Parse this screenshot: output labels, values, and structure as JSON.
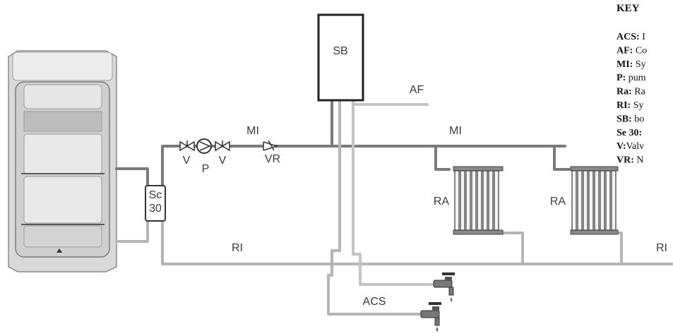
{
  "labels": {
    "sb": "SB",
    "af": "AF",
    "mi_left": "MI",
    "mi_right": "MI",
    "v_left": "V",
    "p": "P",
    "v_right": "V",
    "vr": "VR",
    "sc_line1": "Sc",
    "sc_line2": "30",
    "ra_left": "RA",
    "ra_right": "RA",
    "ri_left": "RI",
    "ri_right": "RI",
    "acs": "ACS"
  },
  "key": {
    "title": "KEY",
    "items": [
      {
        "code": "ACS:",
        "text": "I"
      },
      {
        "code": "AF:",
        "text": "Co"
      },
      {
        "code": "MI:",
        "text": "Sy"
      },
      {
        "code": "P:",
        "text": "pum"
      },
      {
        "code": "Ra:",
        "text": "Ra"
      },
      {
        "code": "RI:",
        "text": "Sy"
      },
      {
        "code": "SB:",
        "text": "bo"
      },
      {
        "code": "Se 30:",
        "text": ""
      },
      {
        "code": "V:",
        "text": "Valv"
      },
      {
        "code": "VR:",
        "text": "N"
      }
    ]
  },
  "colors": {
    "flow_pipe": "#7a7a7a",
    "return_pipe": "#b5b5b5",
    "cold_pipe": "#c4c4c4",
    "outline": "#444444"
  }
}
